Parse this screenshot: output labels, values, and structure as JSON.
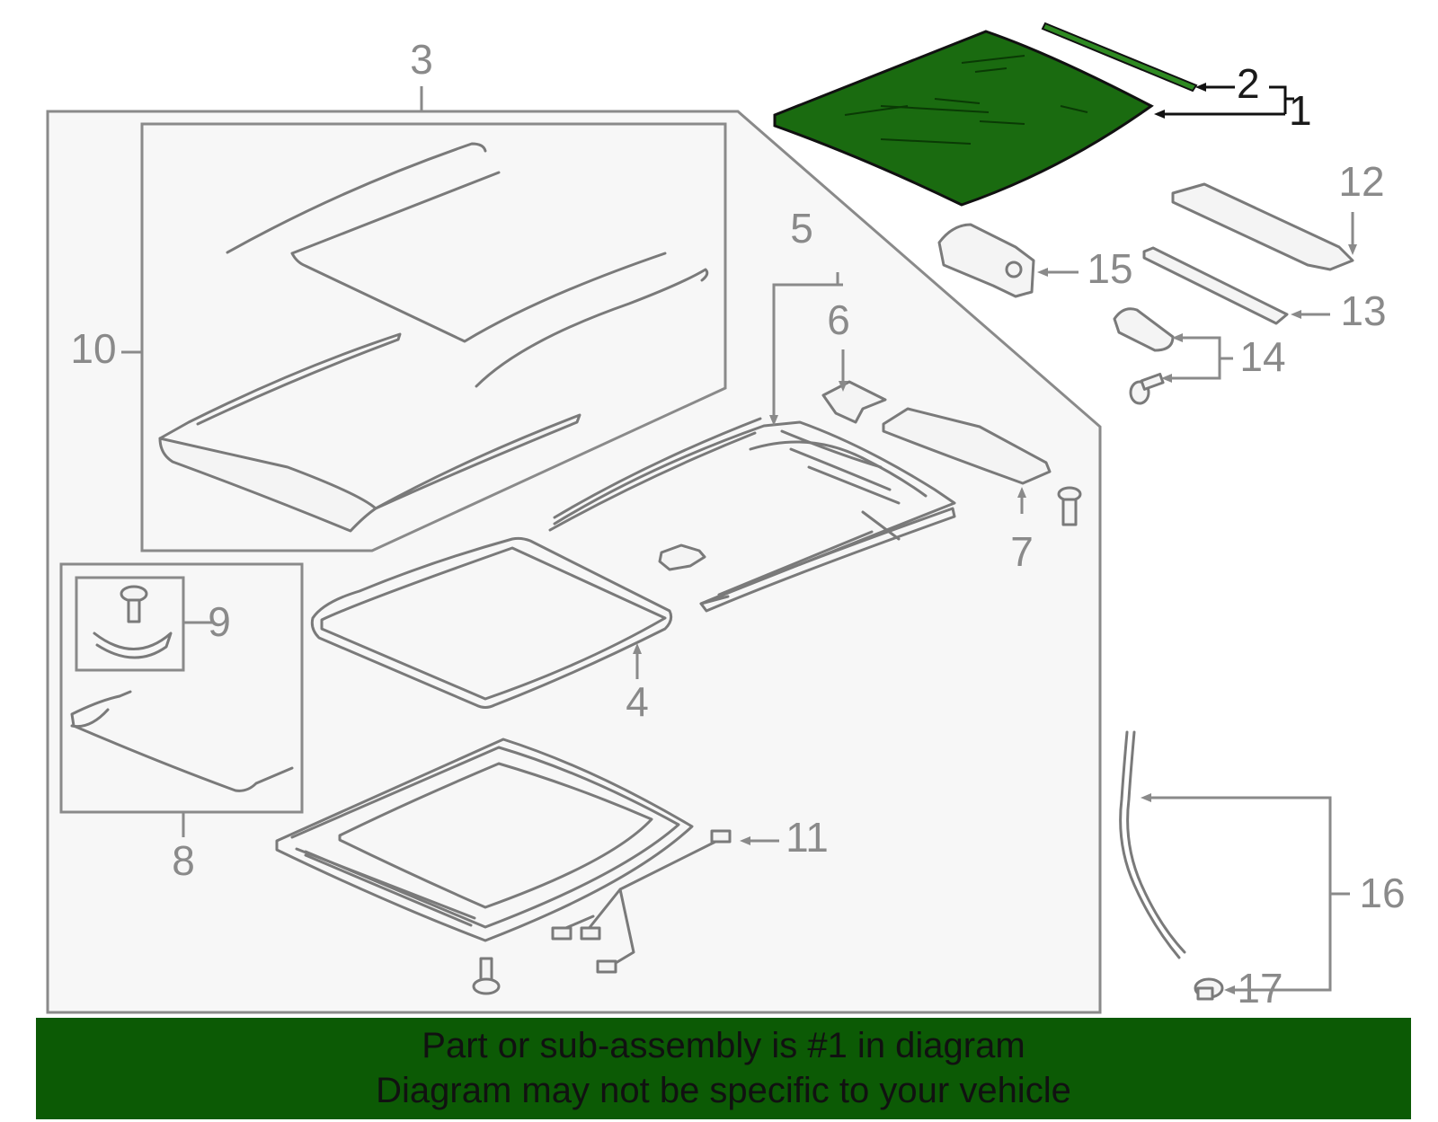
{
  "callouts": {
    "c1": "1",
    "c2": "2",
    "c3": "3",
    "c4": "4",
    "c5": "5",
    "c6": "6",
    "c7": "7",
    "c8": "8",
    "c9": "9",
    "c10": "10",
    "c11": "11",
    "c12": "12",
    "c13": "13",
    "c14": "14",
    "c15": "15",
    "c16": "16",
    "c17": "17"
  },
  "selected_part": "1",
  "colors": {
    "highlight": "#1a6b10",
    "banner": "#0c5a05",
    "line": "#8a8a8a"
  },
  "banner": {
    "line1": "Part or sub-assembly is #1 in diagram",
    "line2": "Diagram may not be specific to your vehicle"
  }
}
